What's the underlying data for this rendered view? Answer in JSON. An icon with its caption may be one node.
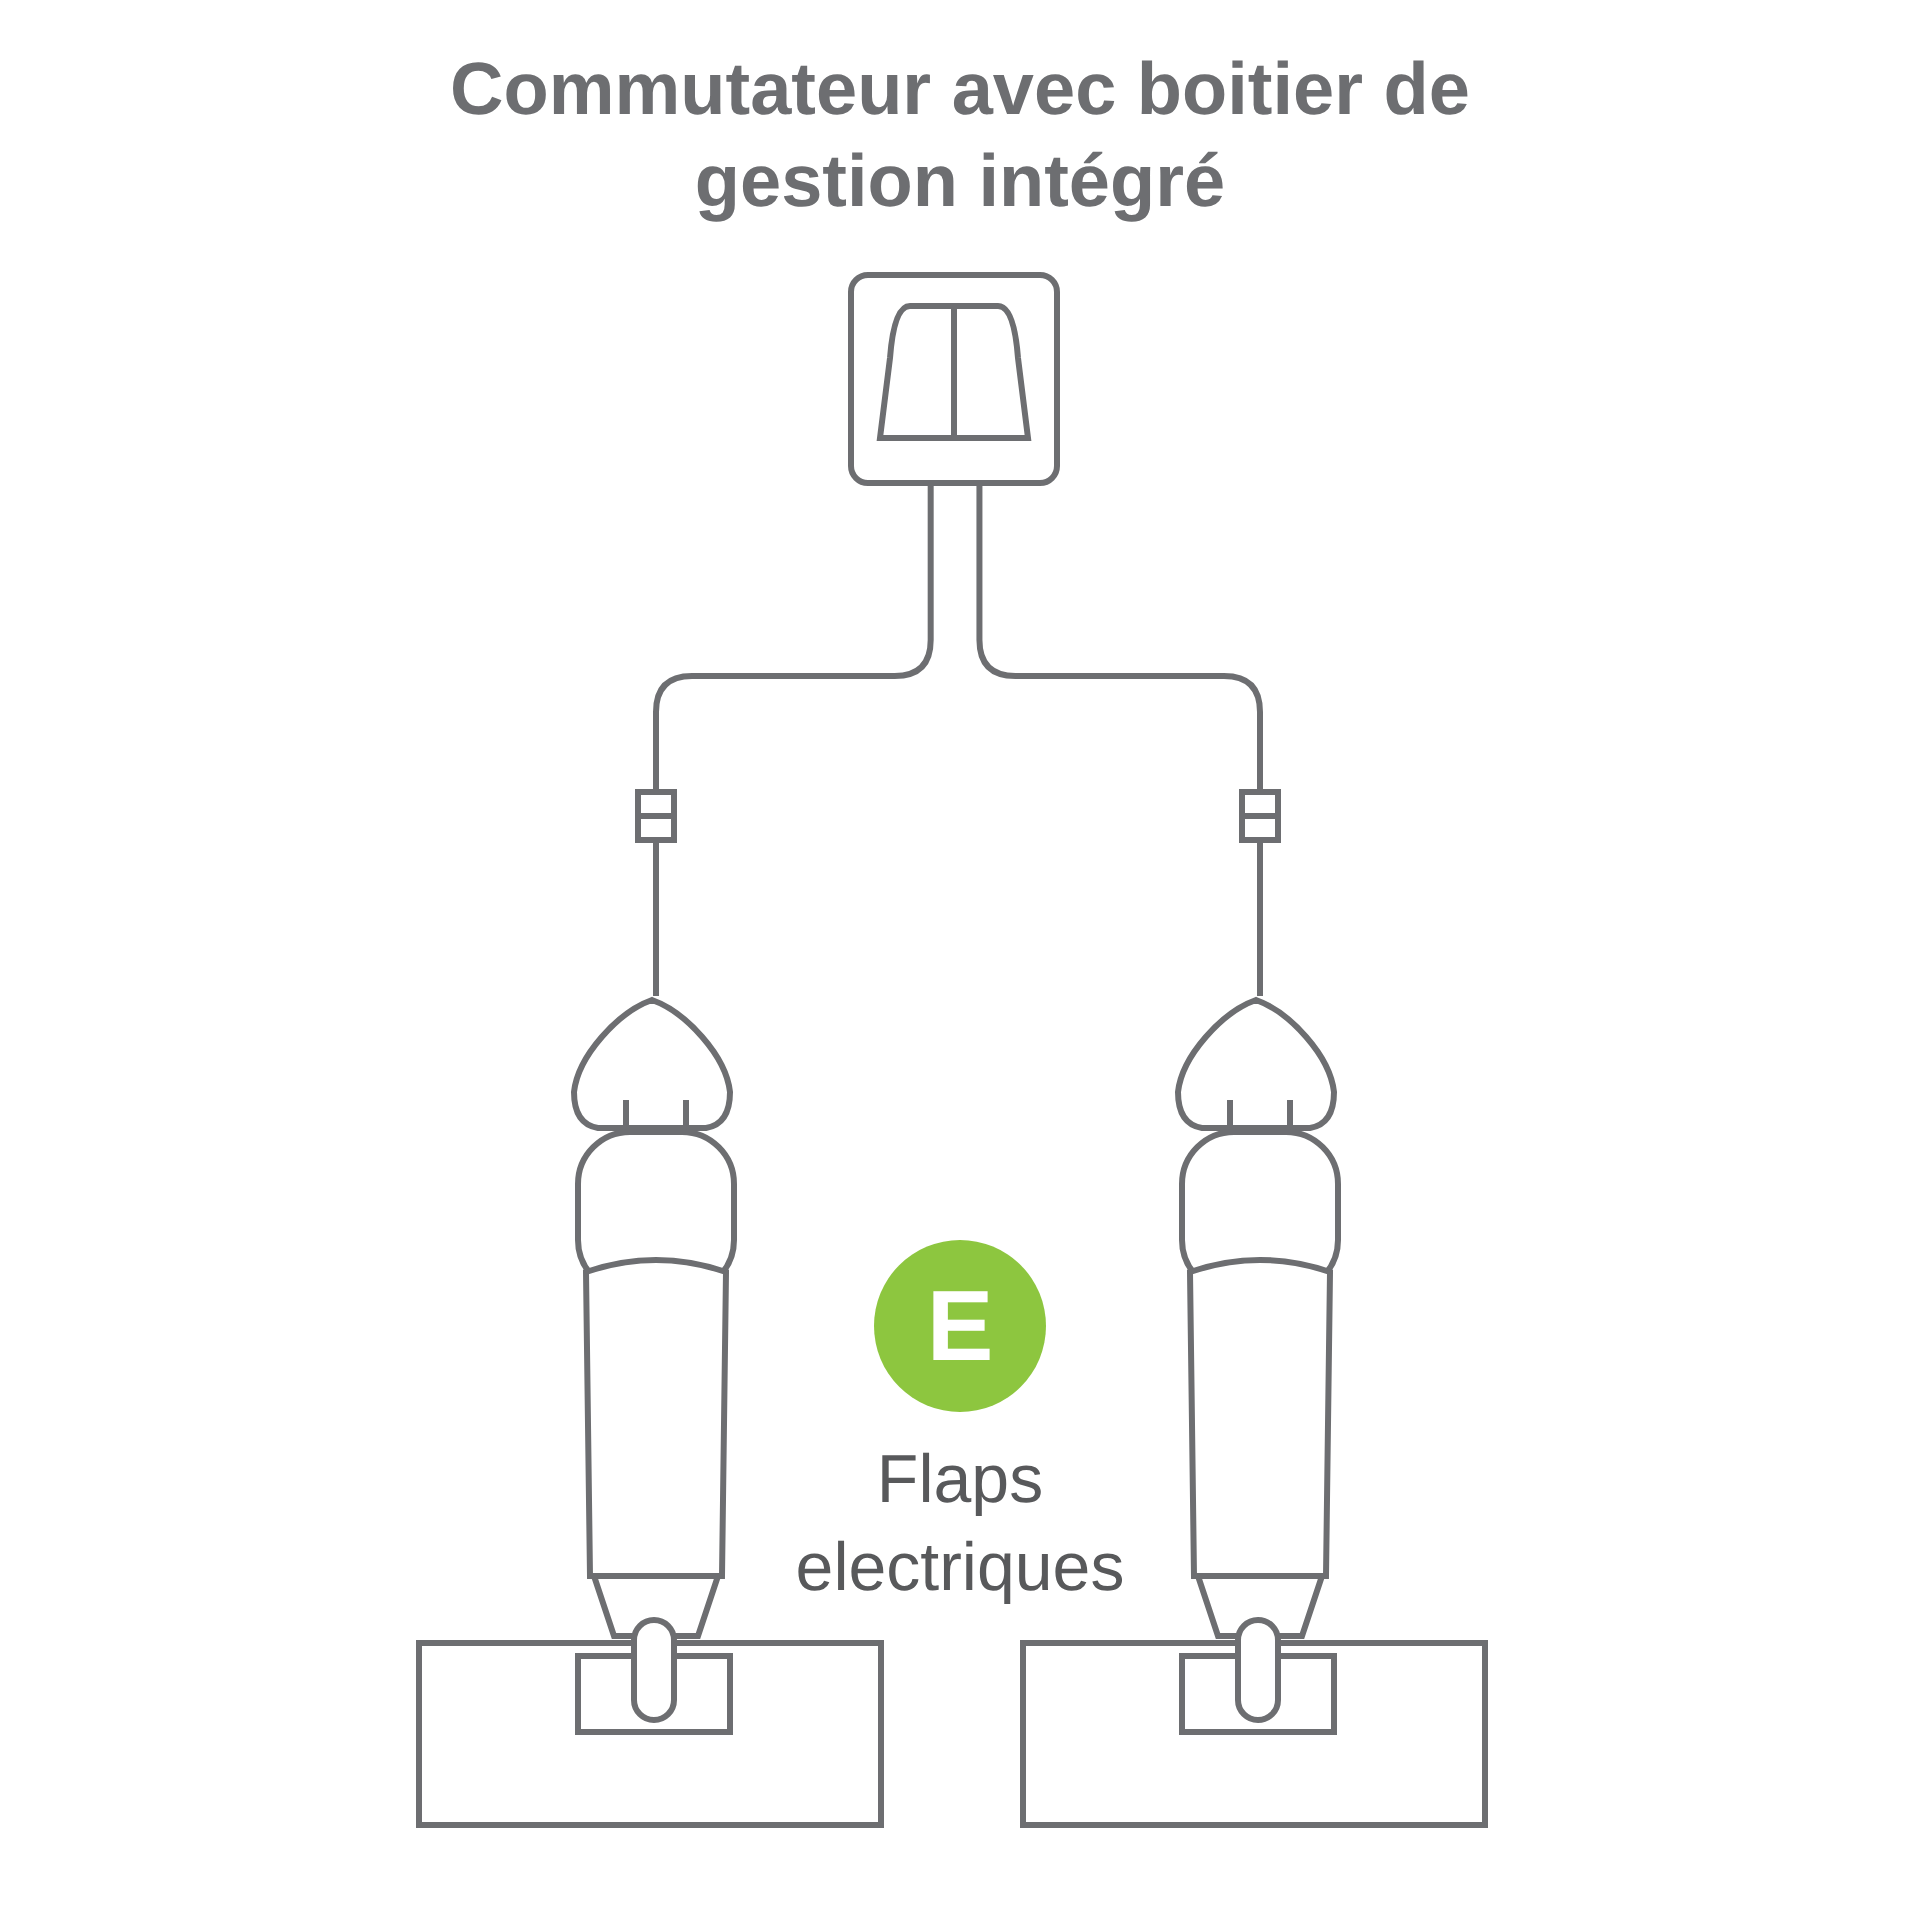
{
  "diagram": {
    "title": "Commutateur avec boitier de gestion intégré",
    "nodes": [
      {
        "text": [],
        "shape": "box"
      },
      {
        "text": [],
        "shape": "cylinder"
      },
      {
        "text": [],
        "shape": "cylinder"
      },
      {
        "text": [],
        "shape": "bar"
      },
      {
        "text": [],
        "shape": "bar"
      }
    ],
    "edges": [
      {
        "from": 0,
        "to": 1,
        "arrow": "none"
      },
      {
        "from": 0,
        "to": 2,
        "arrow": "none"
      }
    ],
    "labels": [
      "E",
      "Flaps electriques"
    ]
  }
}
